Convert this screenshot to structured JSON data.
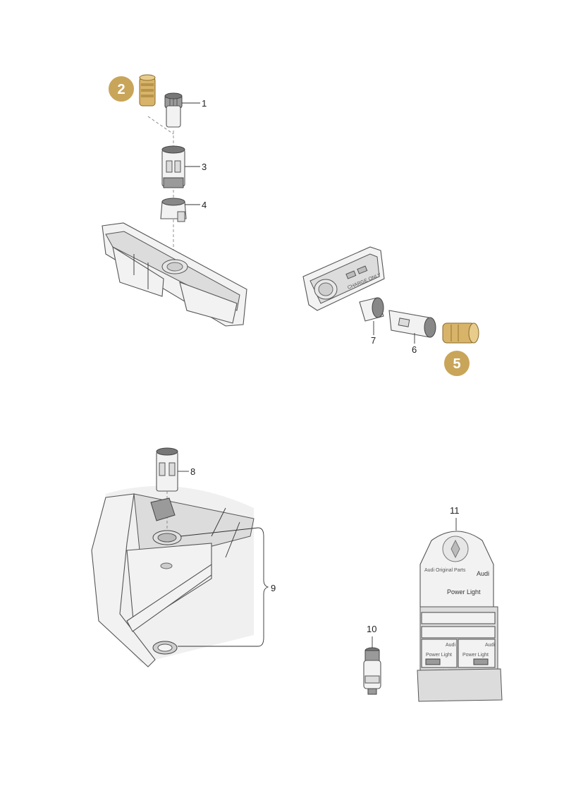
{
  "callouts": {
    "c1": "1",
    "c2": "2",
    "c3": "3",
    "c4": "4",
    "c5": "5",
    "c6": "6",
    "c7": "7",
    "c8": "8",
    "c9": "9",
    "c10": "10",
    "c11": "11"
  },
  "panel_text": "CHARGE ONLY",
  "display_box": {
    "header_small": "Audi Original Parts",
    "brand": "Audi",
    "product": "Power Light"
  },
  "colors": {
    "badge": "#c9a55a",
    "badge_border": "#ffffff",
    "gold_part": "#d8b46a"
  }
}
